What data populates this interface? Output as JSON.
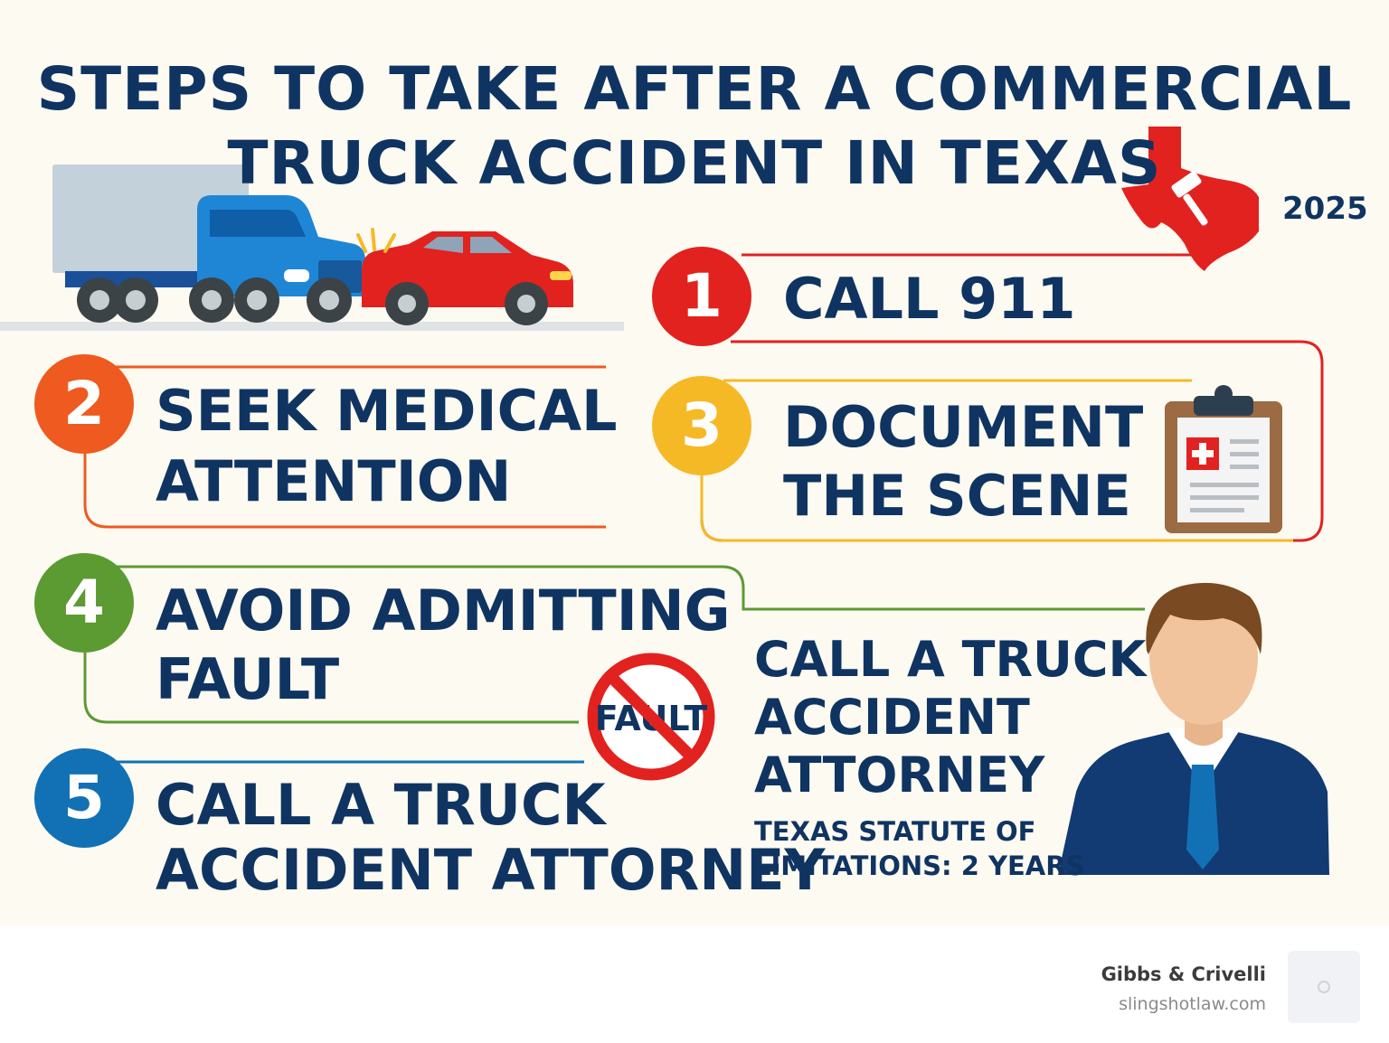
{
  "poster": {
    "title_line1": "STEPS TO TAKE AFTER A COMMERCIAL",
    "title_line2": "TRUCK ACCIDENT IN TEXAS",
    "year": "2025"
  },
  "steps": [
    {
      "number": "1",
      "title": "CALL 911",
      "color": "#e2221f"
    },
    {
      "number": "2",
      "title_line1": "SEEK MEDICAL",
      "title_line2": "ATTENTION",
      "color": "#ee5a1f"
    },
    {
      "number": "3",
      "title_line1": "DOCUMENT",
      "title_line2": "THE SCENE",
      "color": "#f6b926"
    },
    {
      "number": "4",
      "title_line1": "AVOID ADMITTING",
      "title_line2": "FAULT",
      "color": "#5c9a32"
    },
    {
      "number": "5",
      "title_line1": "CALL A TRUCK",
      "title_line2": "ACCIDENT ATTORNEY",
      "color": "#1271b4"
    }
  ],
  "fault_sign": {
    "label": "FAULT"
  },
  "attorney_panel": {
    "title_line1": "CALL A TRUCK",
    "title_line2": "ACCIDENT",
    "title_line3": "ATTORNEY",
    "note_line1": "TEXAS STATUTE OF",
    "note_line2": "LIMITATIONS: 2 YEARS"
  },
  "icons": [
    "truck-icon",
    "car-icon",
    "texas-map-icon",
    "gavel-icon",
    "clipboard-icon",
    "no-sign-icon",
    "attorney-icon"
  ],
  "colors": {
    "navy": "#0f3461",
    "background": "#fdfaf1"
  },
  "footer": {
    "name": "Gibbs & Crivelli",
    "site": "slingshotlaw.com"
  }
}
